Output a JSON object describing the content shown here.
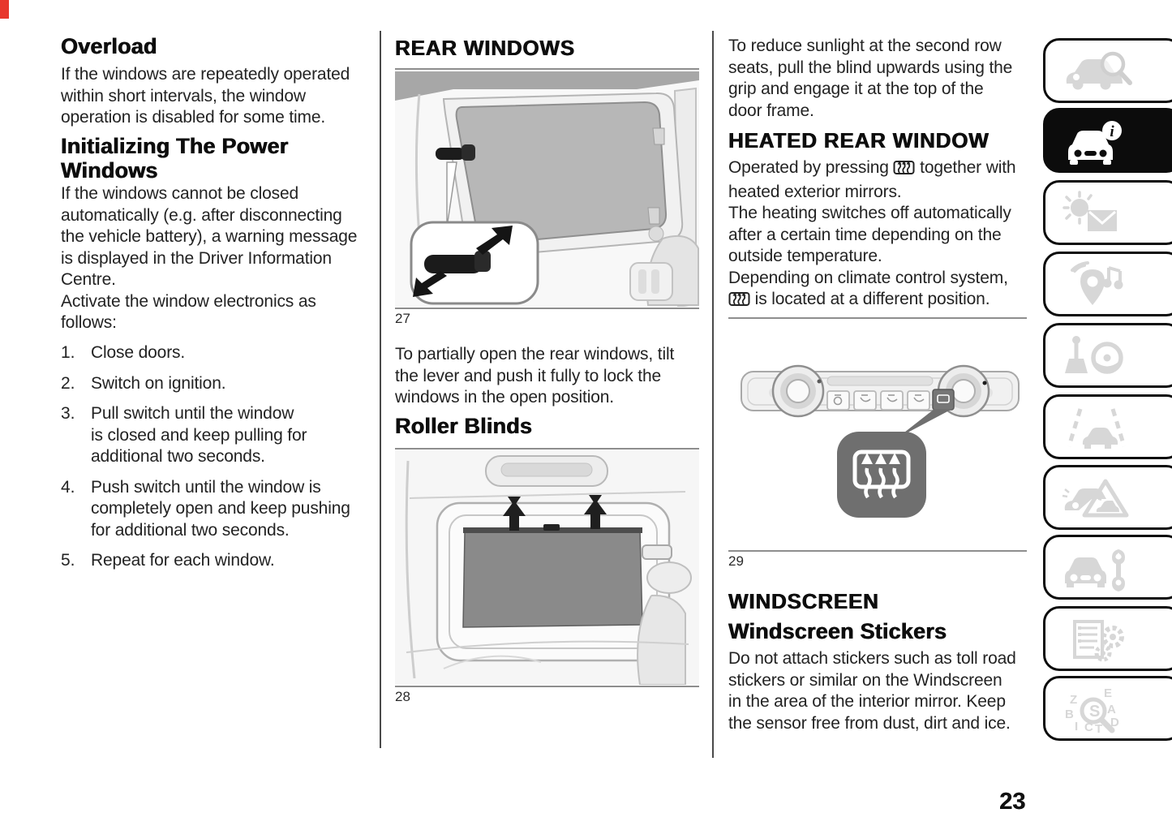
{
  "page_number": "23",
  "accent_red": "#e8372c",
  "left": {
    "overload_title": "Overload",
    "overload_body": "If the windows are repeatedly operated\nwithin short intervals, the window\noperation is disabled for some time.",
    "init_title": "Initializing The Power\nWindows",
    "init_body": "If the windows cannot be closed\nautomatically (e.g. after disconnecting\nthe vehicle battery), a warning message\nis displayed in the Driver Information\nCentre.\nActivate the window electronics as\nfollows:",
    "steps": [
      {
        "num": "1.",
        "text": "Close doors."
      },
      {
        "num": "2.",
        "text": "Switch on ignition."
      },
      {
        "num": "3.",
        "text": "Pull switch until the window\nis closed and keep pulling for\nadditional two seconds."
      },
      {
        "num": "4.",
        "text": "Push switch until the window is\ncompletely open and keep pushing\nfor additional two seconds."
      },
      {
        "num": "5.",
        "text": "Repeat for each window."
      }
    ]
  },
  "middle": {
    "rear_windows_title": "REAR WINDOWS",
    "fig27_caption": "27",
    "partially_open_body": "To partially open the rear windows, tilt\nthe lever and push it fully to lock the\nwindows in the open position.",
    "roller_blinds_title": "Roller Blinds",
    "fig28_caption": "28"
  },
  "right": {
    "blind_body": "To reduce sunlight at the second row\nseats, pull the blind upwards using the\ngrip and engage it at the top of the\ndoor frame.",
    "heated_title": "HEATED REAR WINDOW",
    "heated_seg1": "Operated by pressing ",
    "heated_seg2": " together with\nheated exterior mirrors.\nThe heating switches off automatically\nafter a certain time depending on the\noutside temperature.\nDepending on climate control system,\n",
    "heated_seg3": " is located at a different position.",
    "heated_button_icon": "heated-rear-window-icon",
    "fig29_caption": "29",
    "windscreen_title": "WINDSCREEN",
    "stickers_title": "Windscreen Stickers",
    "stickers_body": "Do not attach stickers such as toll road\nstickers or similar on the Windscreen\nin the area of the interior mirror. Keep\nthe sensor free from dust, dirt and ice."
  },
  "figures": {
    "fig27": "rear side window latch illustration",
    "fig28": "roller blind on rear door window illustration",
    "fig29": "climate control panel with heated rear window button illustration"
  },
  "sidebar": {
    "items": [
      {
        "icon": "car-search-icon",
        "active": false
      },
      {
        "icon": "car-info-icon",
        "active": true
      },
      {
        "icon": "sun-message-icon",
        "active": false
      },
      {
        "icon": "navigation-audio-icon",
        "active": false
      },
      {
        "icon": "driving-controls-icon",
        "active": false
      },
      {
        "icon": "driver-assistance-icon",
        "active": false
      },
      {
        "icon": "emergency-warning-icon",
        "active": false
      },
      {
        "icon": "car-service-icon",
        "active": false
      },
      {
        "icon": "technical-data-icon",
        "active": false
      },
      {
        "icon": "index-search-icon",
        "active": false
      }
    ]
  }
}
